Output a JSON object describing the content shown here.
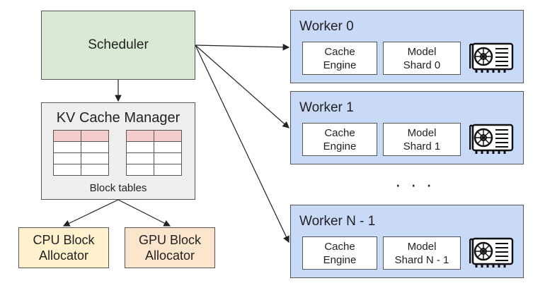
{
  "scheduler": {
    "label": "Scheduler"
  },
  "kv_cache_manager": {
    "title": "KV Cache Manager",
    "subtitle": "Block tables"
  },
  "allocators": {
    "cpu": "CPU Block\nAllocator",
    "gpu": "GPU Block\nAllocator"
  },
  "workers": [
    {
      "title": "Worker 0",
      "cache": "Cache\nEngine",
      "shard": "Model\nShard 0"
    },
    {
      "title": "Worker 1",
      "cache": "Cache\nEngine",
      "shard": "Model\nShard 1"
    },
    {
      "title": "Worker N - 1",
      "cache": "Cache\nEngine",
      "shard": "Model\nShard N - 1"
    }
  ],
  "ellipsis": "· · ·",
  "icons": {
    "gpu": "gpu-card-icon"
  },
  "colors": {
    "scheduler": "#d9ead3",
    "kv": "#efefef",
    "table_header": "#f4cccc",
    "cpu": "#fff2cc",
    "gpu": "#fce5cd",
    "worker": "#c9daf8"
  }
}
